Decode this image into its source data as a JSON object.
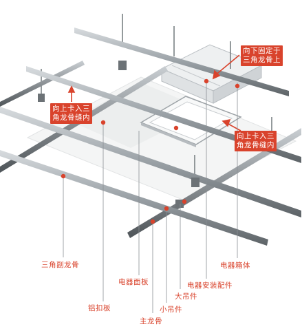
{
  "colors": {
    "accent": "#d9432c",
    "metal": "#8f959a",
    "panel": "#f3f4f4"
  },
  "callouts": {
    "fix_down": [
      "向下固定于",
      "三角龙骨上"
    ],
    "clip_up_left": [
      "向上卡入三",
      "角龙骨缝内"
    ],
    "clip_up_right": [
      "向上卡入三",
      "角龙骨缝内"
    ]
  },
  "labels": {
    "triangle_secondary_keel": "三角副龙骨",
    "aluminum_buckle_plate": "铝扣板",
    "appliance_panel": "电器面板",
    "appliance_mount": "电器安装配件",
    "appliance_housing": "电器箱体",
    "large_hanger": "大吊件",
    "small_hanger": "小吊件",
    "main_keel": "主龙骨"
  }
}
